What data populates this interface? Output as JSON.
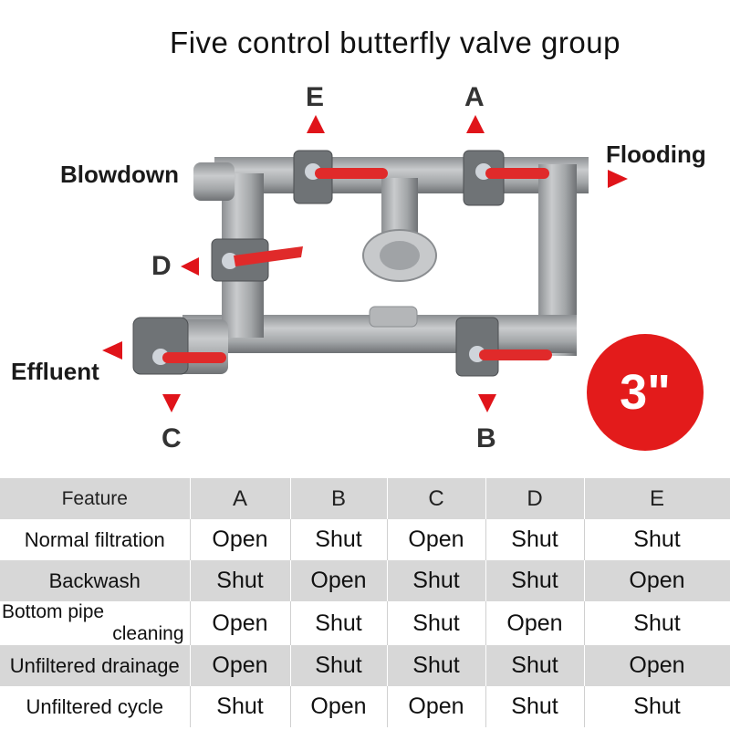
{
  "title": "Five control butterfly valve group",
  "labels": {
    "blowdown": "Blowdown",
    "flooding": "Flooding",
    "effluent": "Effluent",
    "size": "3\""
  },
  "valve_letters": {
    "A": "A",
    "B": "B",
    "C": "C",
    "D": "D",
    "E": "E"
  },
  "colors": {
    "pipe": "#a8abad",
    "pipe_dark": "#7d8083",
    "handle": "#e02a2a",
    "arrow": "#e0141a",
    "badge": "#e31b1b",
    "row_shade": "#d7d7d7"
  },
  "table": {
    "headers": [
      "Feature",
      "A",
      "B",
      "C",
      "D",
      "E"
    ],
    "rows": [
      {
        "feature": "Normal filtration",
        "states": [
          "Open",
          "Shut",
          "Open",
          "Shut",
          "Shut"
        ]
      },
      {
        "feature": "Backwash",
        "states": [
          "Shut",
          "Open",
          "Shut",
          "Shut",
          "Open"
        ]
      },
      {
        "feature_line1": "Bottom pipe",
        "feature_line2": "cleaning",
        "states": [
          "Open",
          "Shut",
          "Shut",
          "Open",
          "Shut"
        ]
      },
      {
        "feature": "Unfiltered drainage",
        "states": [
          "Open",
          "Shut",
          "Shut",
          "Shut",
          "Open"
        ]
      },
      {
        "feature": "Unfiltered cycle",
        "states": [
          "Shut",
          "Open",
          "Open",
          "Shut",
          "Shut"
        ]
      }
    ]
  }
}
